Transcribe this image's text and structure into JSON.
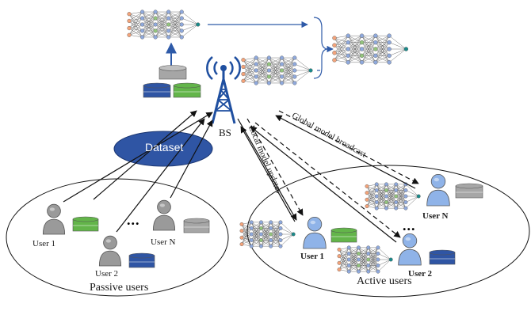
{
  "labels": {
    "bs": "BS",
    "dataset": "Dataset",
    "global_broadcast": "Global model broadcast",
    "local_updates": "Local model updates",
    "passive_users": "Passive users",
    "active_users": "Active users",
    "ellipsis": "...",
    "passive": {
      "user1": "User 1",
      "user2": "User 2",
      "userN": "User N"
    },
    "active": {
      "user1": "User 1",
      "user2": "User 2",
      "userN": "User N"
    }
  },
  "colors": {
    "nn_node_orange": "#f3a37a",
    "nn_node_blue": "#8fa9dc",
    "nn_node_green": "#93c47d",
    "nn_output": "#1a8a8a",
    "arrow_blue": "#2e5aa8",
    "tower_blue": "#1f4fa0",
    "dataset_fill": "#2f55a4",
    "storage_gray": "#a6a6a6",
    "storage_green": "#63b54a",
    "storage_blue": "#2f55a4",
    "passive_person": "#9a9a9a",
    "active_person": "#8fb3e8"
  },
  "icons": [
    "neural-network-icon",
    "antenna-tower-icon",
    "database-icon",
    "person-icon",
    "storage-disk-icon"
  ]
}
